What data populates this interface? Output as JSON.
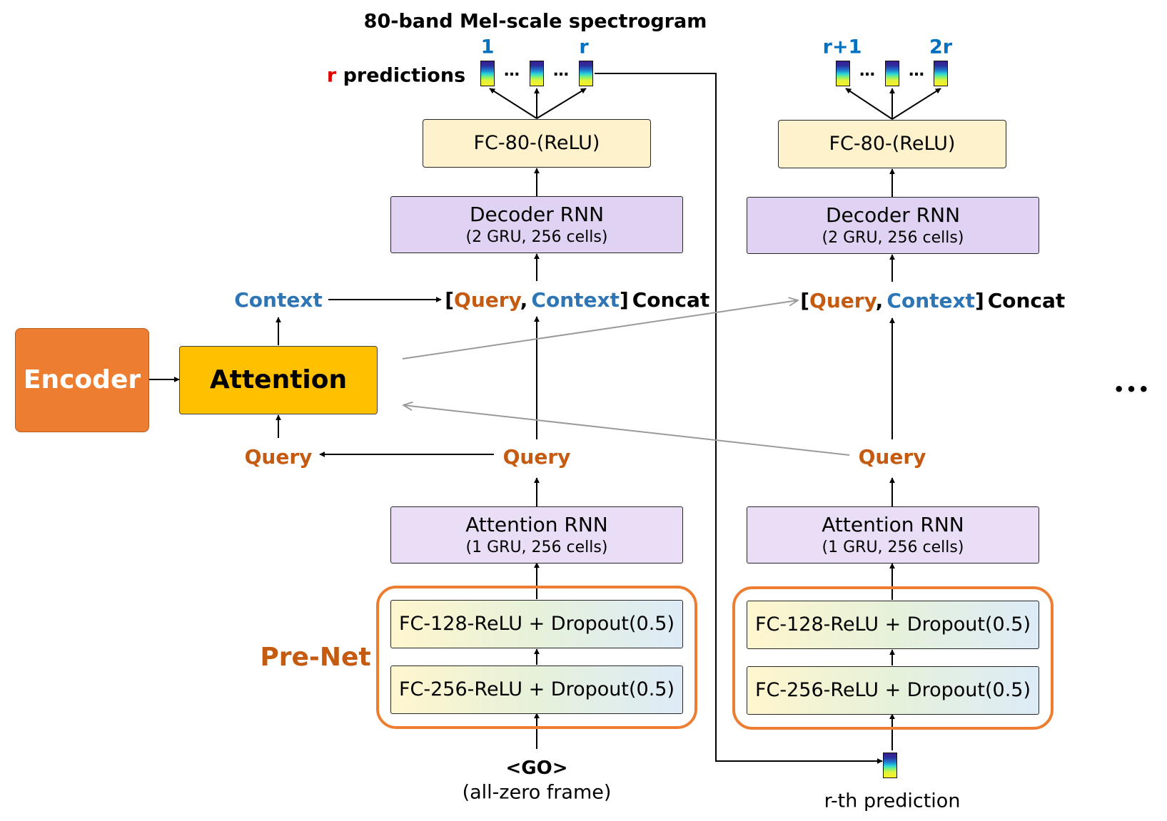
{
  "header": {
    "spectrogram_title": "80-band Mel-scale spectrogram",
    "r_letter": "r",
    "predictions_word": "predictions"
  },
  "step1": {
    "frame_labels": [
      "1",
      "r"
    ],
    "ellipsis": "…",
    "fc_out": "FC-80-(ReLU)",
    "decoder_rnn": {
      "title": "Decoder RNN",
      "detail": "(2 GRU, 256 cells)"
    },
    "concat": {
      "open": "[",
      "query": "Query",
      "comma": ",",
      "context": "Context",
      "close": "]",
      "label": "Concat"
    },
    "query": "Query",
    "attention_rnn": {
      "title": "Attention RNN",
      "detail": "(1 GRU, 256 cells)"
    },
    "prenet_top": "FC-128-ReLU  +  Dropout(0.5)",
    "prenet_bottom": "FC-256-ReLU  +  Dropout(0.5)",
    "input": {
      "token": "<GO>",
      "detail": "(all-zero frame)"
    }
  },
  "step2": {
    "frame_labels": [
      "r+1",
      "2r"
    ],
    "ellipsis": "…",
    "fc_out": "FC-80-(ReLU)",
    "decoder_rnn": {
      "title": "Decoder RNN",
      "detail": "(2 GRU, 256 cells)"
    },
    "concat": {
      "open": "[",
      "query": "Query",
      "comma": ",",
      "context": "Context",
      "close": "]",
      "label": "Concat"
    },
    "query": "Query",
    "attention_rnn": {
      "title": "Attention RNN",
      "detail": "(1 GRU, 256 cells)"
    },
    "prenet_top": "FC-128-ReLU  +  Dropout(0.5)",
    "prenet_bottom": "FC-256-ReLU  +  Dropout(0.5)",
    "input": {
      "label": "r-th prediction"
    }
  },
  "attention_block": {
    "encoder": "Encoder",
    "attention": "Attention",
    "context": "Context",
    "query": "Query"
  },
  "prenet_label": "Pre-Net",
  "continuation": "•••",
  "colors": {
    "query": "#C55A11",
    "context": "#2E75B6",
    "frame_index": "#0070C0",
    "r_highlight": "#E00000",
    "fc_box": "#FEF2CC",
    "rnn_box": "#E0D2F2",
    "encoder": "#ED7D31",
    "attention": "#FFC000",
    "prenet_outline": "#ED7D31"
  }
}
